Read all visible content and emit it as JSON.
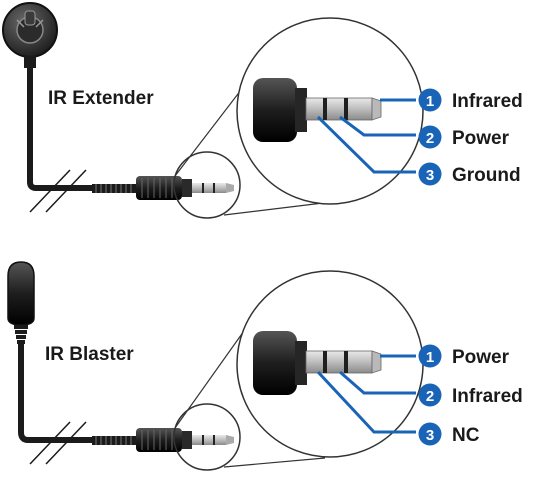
{
  "colors": {
    "accent": "#1a64b7",
    "jack_dark": "#1b1b1b",
    "metal": "#c7c7c7",
    "outline": "#333333"
  },
  "icons": [
    "ir-extender-receiver-icon",
    "ir-blaster-emitter-icon",
    "audio-jack-icon"
  ],
  "extender": {
    "title": "IR Extender",
    "pins": [
      {
        "num": "1",
        "label": "Infrared"
      },
      {
        "num": "2",
        "label": "Power"
      },
      {
        "num": "3",
        "label": "Ground"
      }
    ]
  },
  "blaster": {
    "title": "IR Blaster",
    "pins": [
      {
        "num": "1",
        "label": "Power"
      },
      {
        "num": "2",
        "label": "Infrared"
      },
      {
        "num": "3",
        "label": "NC"
      }
    ]
  }
}
